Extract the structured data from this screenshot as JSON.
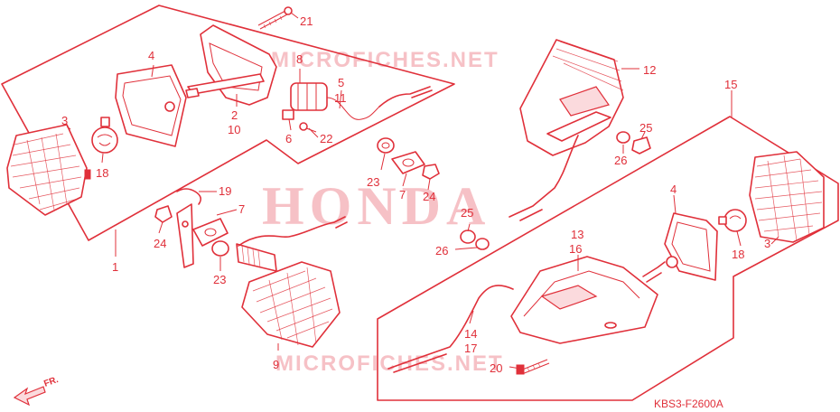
{
  "watermarks": {
    "top": "MICROFICHES.NET",
    "bottom": "MICROFICHES.NET",
    "brand": "HONDA"
  },
  "diagram_code": "KBS3-F2600A",
  "direction_label": "FR.",
  "colors": {
    "ink": "#e0303a",
    "watermark": "#f6c1c6"
  },
  "callouts": {
    "c1": "1",
    "c2": "2",
    "c3_left": "3",
    "c3_right": "3",
    "c4_left": "4",
    "c4_right": "4",
    "c5": "5",
    "c6": "6",
    "c7_a": "7",
    "c7_b": "7",
    "c8": "8",
    "c9": "9",
    "c10": "10",
    "c11": "11",
    "c12": "12",
    "c13": "13",
    "c14": "14",
    "c15": "15",
    "c16": "16",
    "c17": "17",
    "c18_left": "18",
    "c18_right": "18",
    "c19": "19",
    "c20": "20",
    "c21": "21",
    "c22": "22",
    "c23_a": "23",
    "c23_b": "23",
    "c24_a": "24",
    "c24_b": "24",
    "c25_a": "25",
    "c25_b": "25",
    "c26_a": "26",
    "c26_b": "26"
  }
}
